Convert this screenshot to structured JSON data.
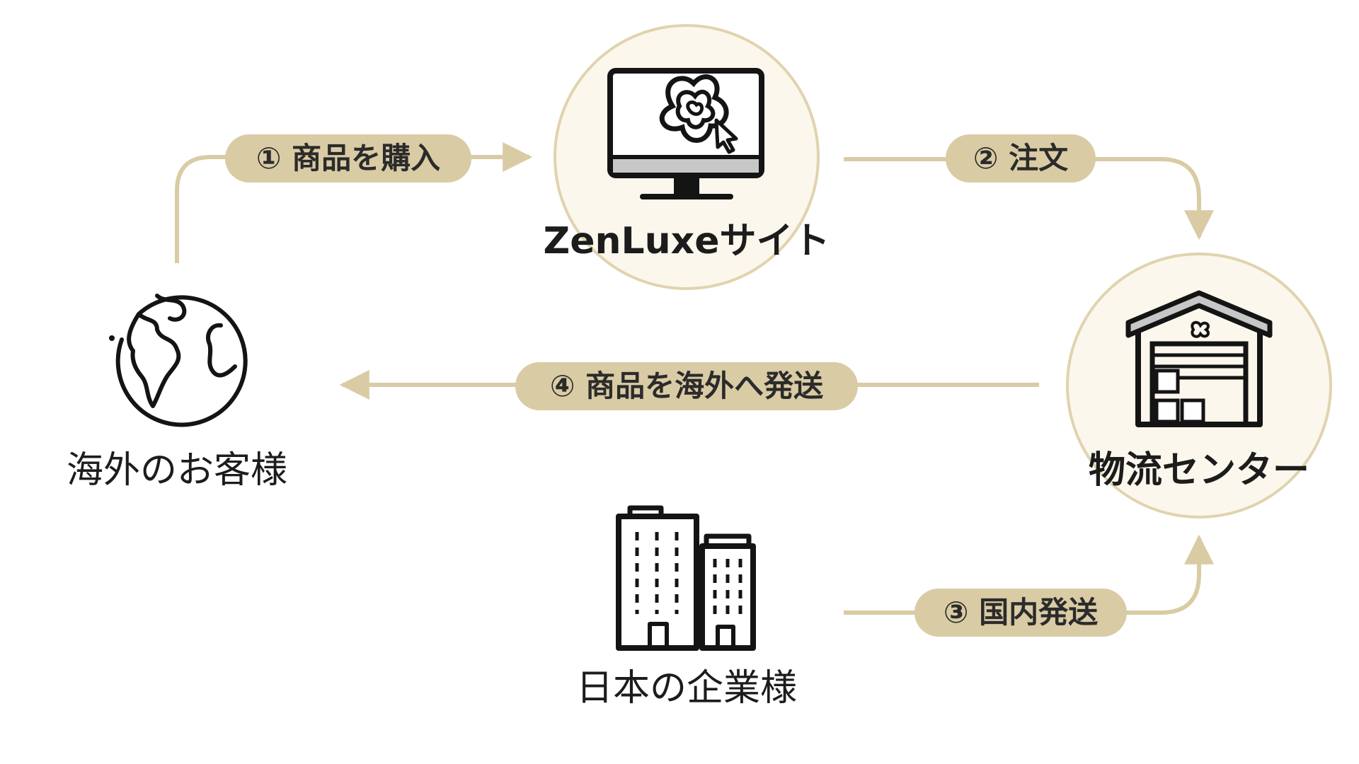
{
  "colors": {
    "accent": "#d9cba4",
    "circle_fill": "#fbf7ec",
    "circle_stroke": "#e0d3ae",
    "icon": "#141414",
    "text": "#1c1c1c"
  },
  "nodes": {
    "website": {
      "label": "ZenLuxeサイト",
      "icon": "computer-monitor-icon"
    },
    "logistics": {
      "label": "物流センター",
      "icon": "warehouse-icon"
    },
    "overseas_customers": {
      "label": "海外のお客様",
      "icon": "globe-icon"
    },
    "japanese_companies": {
      "label": "日本の企業様",
      "icon": "office-building-icon"
    }
  },
  "steps": [
    {
      "label": "① 商品を購入",
      "from": "overseas_customers",
      "to": "website"
    },
    {
      "label": "② 注文",
      "from": "website",
      "to": "logistics"
    },
    {
      "label": "③ 国内発送",
      "from": "japanese_companies",
      "to": "logistics"
    },
    {
      "label": "④ 商品を海外へ発送",
      "from": "logistics",
      "to": "overseas_customers"
    }
  ]
}
